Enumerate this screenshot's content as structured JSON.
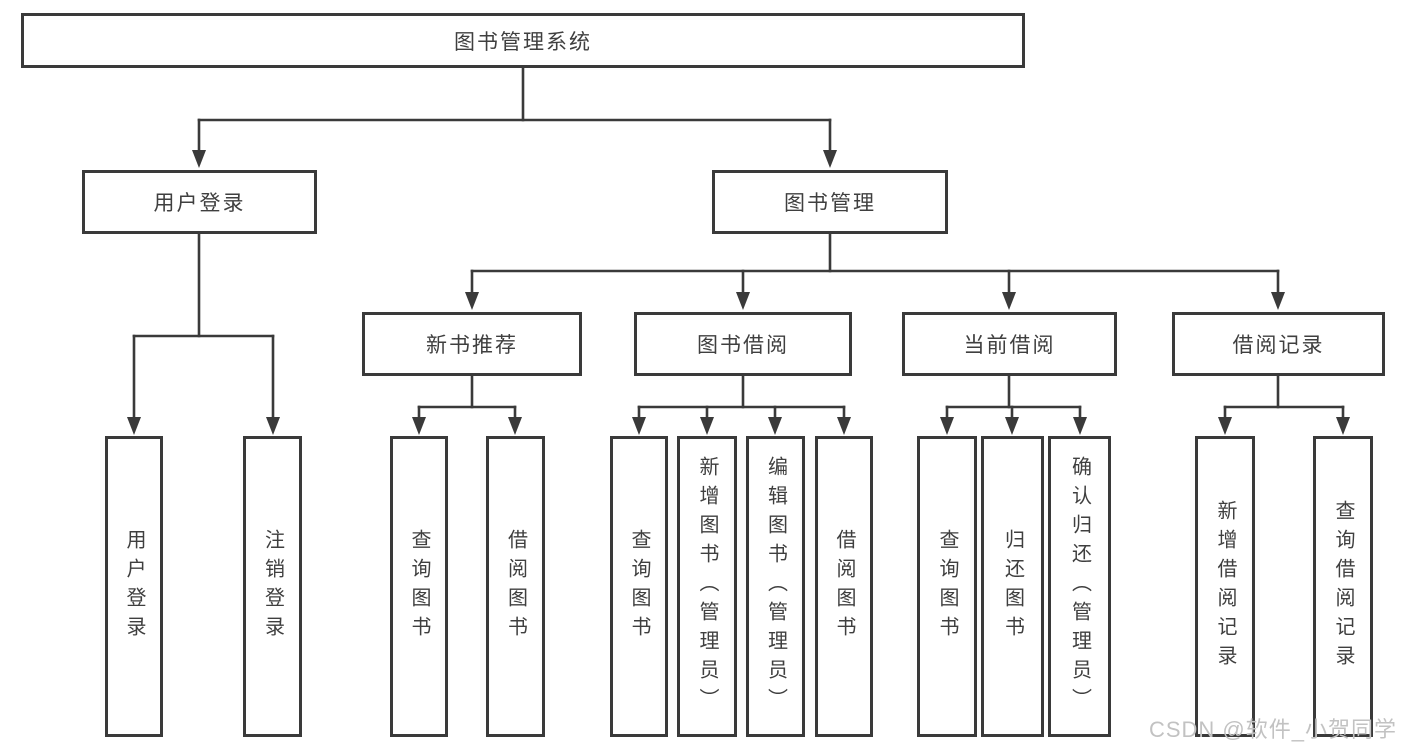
{
  "colors": {
    "line": "#3a3a3a",
    "box_border": "#3a3a3a",
    "text": "#3f3f3f",
    "background": "#ffffff",
    "watermark": "#c2c2c2"
  },
  "tree": {
    "root": {
      "label": "图书管理系统"
    },
    "level2": [
      {
        "label": "用户登录"
      },
      {
        "label": "图书管理"
      }
    ],
    "level3": [
      {
        "label": "新书推荐"
      },
      {
        "label": "图书借阅"
      },
      {
        "label": "当前借阅"
      },
      {
        "label": "借阅记录"
      }
    ],
    "leaves": {
      "user_login": [
        {
          "label": "用户登录"
        },
        {
          "label": "注销登录"
        }
      ],
      "new_book_recommend": [
        {
          "label": "查询图书"
        },
        {
          "label": "借阅图书"
        }
      ],
      "book_borrow": [
        {
          "label": "查询图书"
        },
        {
          "label": "新增图书（管理员）"
        },
        {
          "label": "编辑图书（管理员）"
        },
        {
          "label": "借阅图书"
        }
      ],
      "current_borrow": [
        {
          "label": "查询图书"
        },
        {
          "label": "归还图书"
        },
        {
          "label": "确认归还（管理员）"
        }
      ],
      "borrow_record": [
        {
          "label": "新增借阅记录"
        },
        {
          "label": "查询借阅记录"
        }
      ]
    }
  },
  "watermark": {
    "text": "CSDN @软件_小贺同学"
  }
}
